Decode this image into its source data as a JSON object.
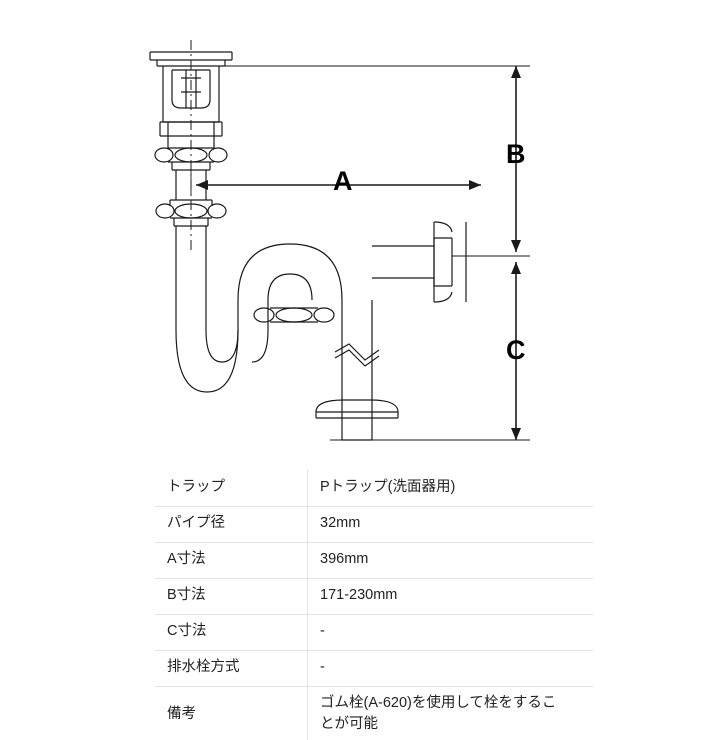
{
  "diagram": {
    "title": "P-trap technical drawing",
    "dimension_labels": [
      {
        "id": "A",
        "text": "A"
      },
      {
        "id": "B",
        "text": "B"
      },
      {
        "id": "C",
        "text": "C"
      }
    ],
    "line_color": "#1a1a1a",
    "background": "#ffffff"
  },
  "spec_table": {
    "rows": [
      {
        "key": "トラップ",
        "value": "Pトラップ(洗面器用)"
      },
      {
        "key": "パイプ径",
        "value": "32mm"
      },
      {
        "key": "A寸法",
        "value": "396mm"
      },
      {
        "key": "B寸法",
        "value": "171-230mm"
      },
      {
        "key": "C寸法",
        "value": "-"
      },
      {
        "key": "排水栓方式",
        "value": "-"
      },
      {
        "key": "備考",
        "value": "ゴム栓(A-620)を使用して栓をすることが可能"
      }
    ],
    "border_color": "#e3e3e3",
    "text_color": "#222222"
  }
}
